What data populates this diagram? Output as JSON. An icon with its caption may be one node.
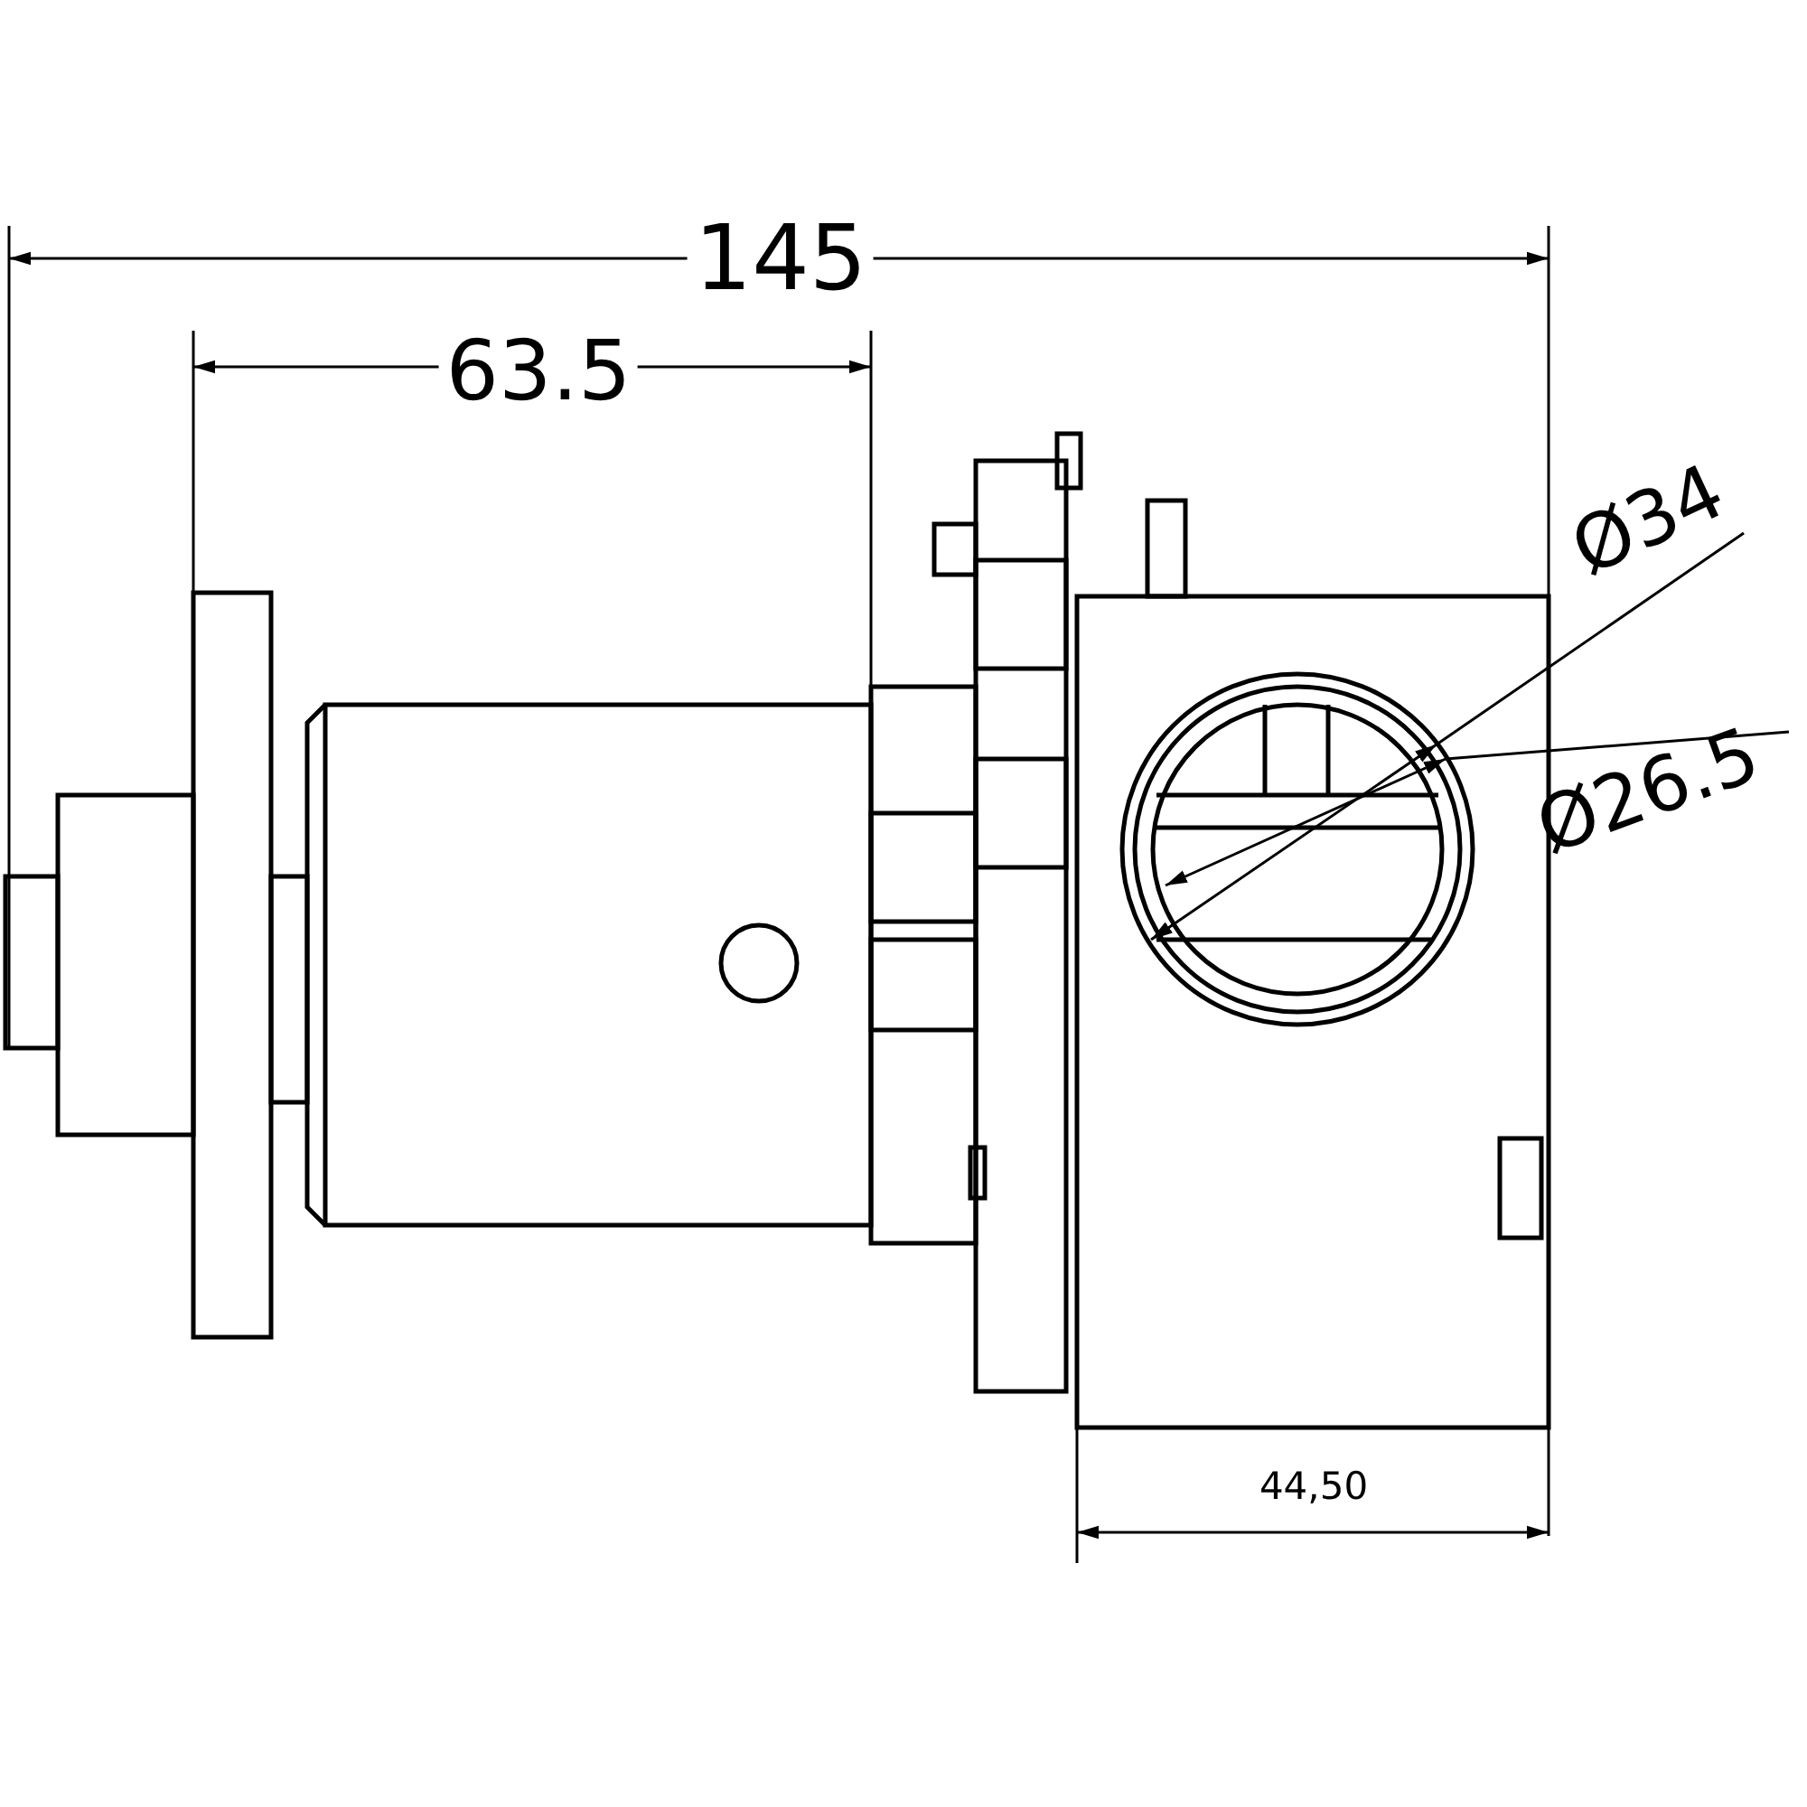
{
  "diagram": {
    "labels": [
      "145",
      "63.5",
      "Ø34",
      "Ø26.5",
      "44,50"
    ]
  }
}
